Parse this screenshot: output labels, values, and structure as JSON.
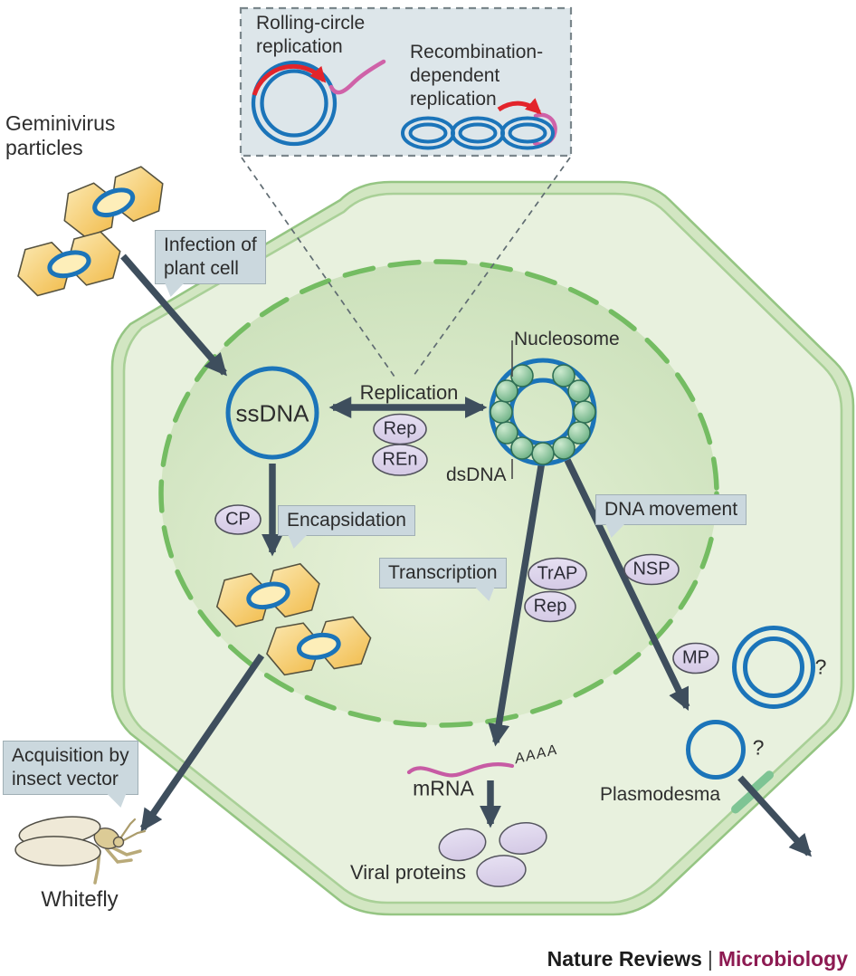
{
  "inset": {
    "rolling_circle_lines": [
      "Rolling-circle",
      "replication"
    ],
    "recombination_lines": [
      "Recombination-",
      "dependent",
      "replication"
    ]
  },
  "labels": {
    "geminivirus_lines": [
      "Geminivirus",
      "particles"
    ],
    "infection_lines": [
      "Infection of",
      "plant cell"
    ],
    "acquisition_lines": [
      "Acquisition by",
      "insect vector"
    ],
    "encapsidation": "Encapsidation",
    "transcription": "Transcription",
    "dna_movement": "DNA movement",
    "replication": "Replication",
    "nucleosome": "Nucleosome",
    "ssdna": "ssDNA",
    "dsdna": "dsDNA",
    "mrna": "mRNA",
    "poly_a": "AAAA",
    "viral_proteins": "Viral proteins",
    "whitefly": "Whitefly",
    "plasmodesma": "Plasmodesma",
    "unknown_mark": "?"
  },
  "proteins": {
    "rep": "Rep",
    "ren": "REn",
    "trap": "TrAP",
    "rep2": "Rep",
    "nsp": "NSP",
    "mp": "MP",
    "cp": "CP"
  },
  "footer": {
    "journal": "Nature Reviews",
    "separator": "|",
    "section": "Microbiology"
  },
  "colors": {
    "dna_blue": "#1b74b9",
    "arrow_slate": "#3e4e5d",
    "mrna_magenta": "#c75ba4",
    "replication_red": "#e3242b",
    "label_box": "#cbd8de",
    "inset_bg": "#dde6ea",
    "protein_oval": "#ded6ed",
    "capsid_orange": "#f7ce72",
    "cell_green": "#a5cf94",
    "nucleosome_green": "#6db287",
    "journal_magenta": "#8d1a52"
  }
}
